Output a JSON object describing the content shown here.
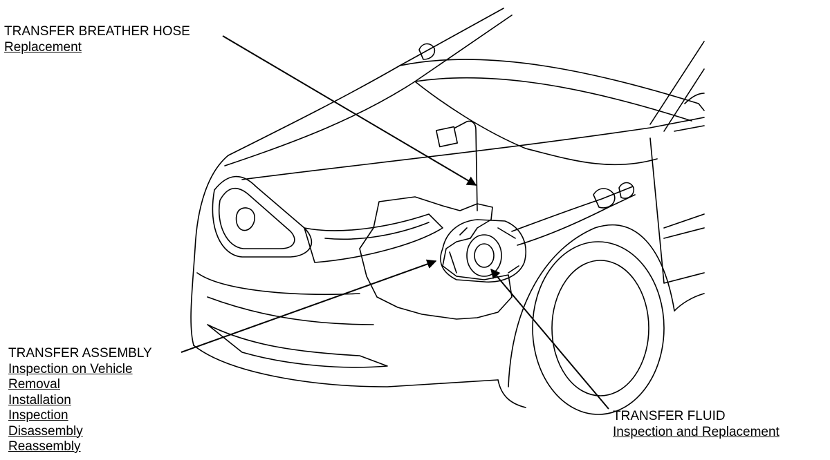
{
  "callouts": {
    "breather_hose": {
      "title": "TRANSFER BREATHER HOSE",
      "links": [
        "Replacement"
      ]
    },
    "assembly": {
      "title": "TRANSFER ASSEMBLY",
      "links": [
        "Inspection on Vehicle",
        "Removal",
        "Installation",
        "Inspection",
        "Disassembly",
        "Reassembly"
      ]
    },
    "fluid": {
      "title": "TRANSFER FLUID",
      "links": [
        "Inspection and Replacement"
      ]
    }
  },
  "colors": {
    "line": "#000000",
    "background": "#ffffff"
  }
}
